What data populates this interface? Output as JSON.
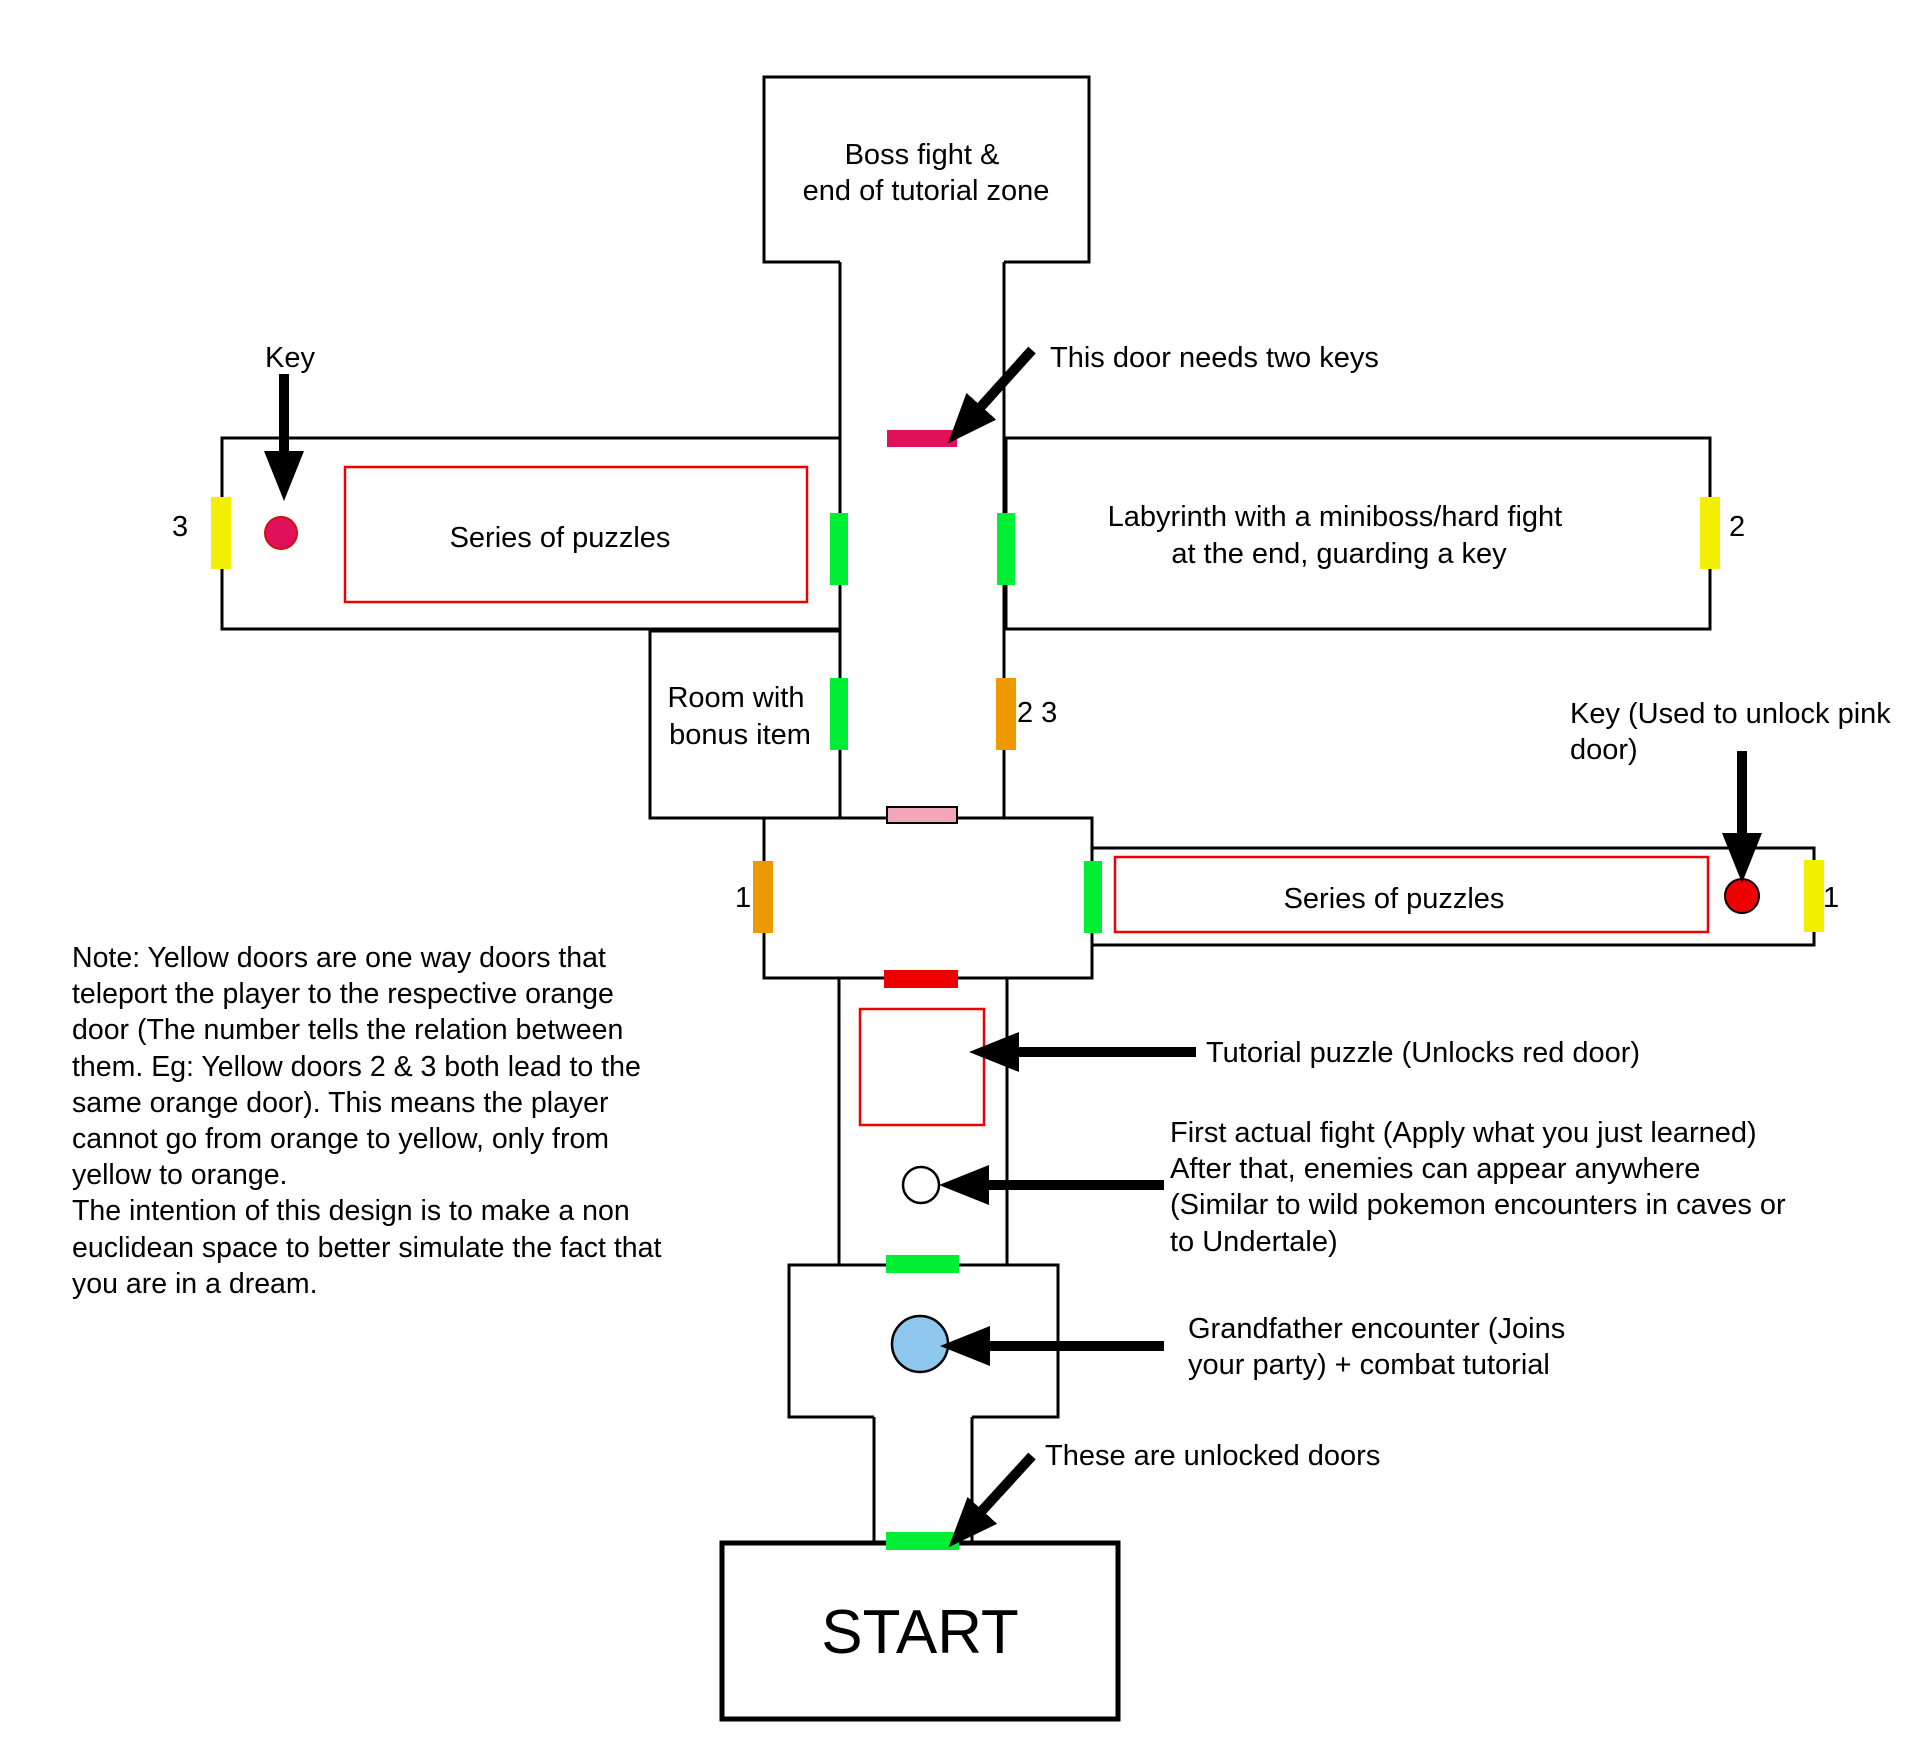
{
  "colors": {
    "wall": "#000000",
    "unlocked_door": "#00ee33",
    "one_way_yellow": "#f2ef00",
    "orange_door": "#ee9900",
    "red_door": "#ee0000",
    "pink_door": "#f2a6b8",
    "two_key_door": "#e0105a",
    "puzzle_outline": "#ee0000",
    "grandfather": "#8ec8ee"
  },
  "rooms": {
    "boss": [
      "Boss fight &",
      "end of tutorial zone"
    ],
    "left_puzzles": "Series of puzzles",
    "labyrinth": [
      "Labyrinth with a miniboss/hard fight",
      "at the end, guarding a key"
    ],
    "bonus_room": [
      "Room with",
      "bonus item"
    ],
    "right_puzzles": "Series of puzzles",
    "start": "START"
  },
  "door_numbers": {
    "left_yellow": "3",
    "right_upper_yellow": "2",
    "orange_upper": "2 3",
    "orange_lower": "1",
    "right_lower_yellow": "1"
  },
  "annotations": {
    "key_left": "Key",
    "two_keys": "This door needs two keys",
    "key_right": [
      "Key (Used to unlock pink",
      "door)"
    ],
    "tutorial_puzzle": "Tutorial puzzle (Unlocks red door)",
    "first_fight": [
      "First actual fight (Apply what you just learned)",
      "After that, enemies can appear anywhere",
      "(Similar to wild pokemon encounters in caves or",
      "to Undertale)"
    ],
    "grandfather": [
      "Grandfather encounter (Joins",
      "your party) + combat tutorial"
    ],
    "unlocked": "These are unlocked doors"
  },
  "note": "Note: Yellow doors are one way doors that\nteleport the player to the respective orange\ndoor (The number tells the relation between\nthem. Eg: Yellow doors 2 & 3 both lead to the\nsame orange door). This means the player\ncannot go from orange to yellow, only from\nyellow to orange.\nThe intention of this design is to make a non\neuclidean space to better simulate the fact that\nyou are in a dream.",
  "icons": {
    "arrow": "arrow-icon",
    "key_marker": "key-marker-icon",
    "enemy_marker": "enemy-marker-icon",
    "npc_marker": "grandfather-marker-icon"
  }
}
